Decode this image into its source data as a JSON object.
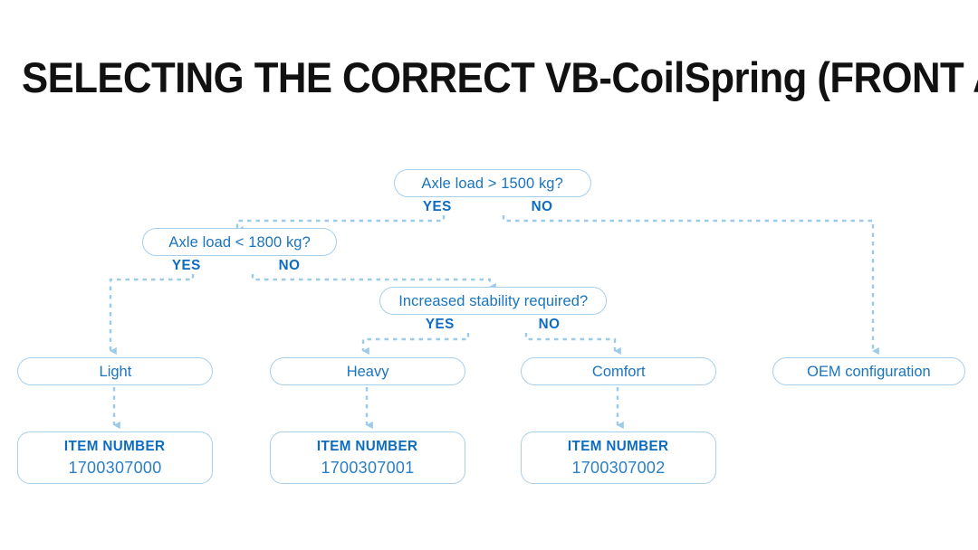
{
  "page": {
    "title": "SELECTING THE CORRECT VB-CoilSpring (FRONT AXLE)",
    "background_color": "#ffffff",
    "accent_color": "#1a74bf",
    "label_color": "#0d6cc0",
    "border_color": "#a9cfe8",
    "connector_color": "#9ccbe8"
  },
  "flowchart": {
    "decisions": [
      {
        "id": "d1",
        "question": "Axle load > 1500 kg?",
        "yes_label": "YES",
        "no_label": "NO"
      },
      {
        "id": "d2",
        "question": "Axle load < 1800 kg?",
        "yes_label": "YES",
        "no_label": "NO"
      },
      {
        "id": "d3",
        "question": "Increased stability required?",
        "yes_label": "YES",
        "no_label": "NO"
      }
    ],
    "results": [
      {
        "id": "r1",
        "label": "Light"
      },
      {
        "id": "r2",
        "label": "Heavy"
      },
      {
        "id": "r3",
        "label": "Comfort"
      },
      {
        "id": "r4",
        "label": "OEM configuration"
      }
    ],
    "item_boxes": [
      {
        "id": "i1",
        "label": "ITEM NUMBER",
        "number": "1700307000"
      },
      {
        "id": "i2",
        "label": "ITEM NUMBER",
        "number": "1700307001"
      },
      {
        "id": "i3",
        "label": "ITEM NUMBER",
        "number": "1700307002"
      }
    ],
    "edges": [
      {
        "from": "d1",
        "branch": "YES",
        "to": "d2"
      },
      {
        "from": "d1",
        "branch": "NO",
        "to": "r4"
      },
      {
        "from": "d2",
        "branch": "YES",
        "to": "r1"
      },
      {
        "from": "d2",
        "branch": "NO",
        "to": "d3"
      },
      {
        "from": "d3",
        "branch": "YES",
        "to": "r2"
      },
      {
        "from": "d3",
        "branch": "NO",
        "to": "r3"
      },
      {
        "from": "r1",
        "branch": "",
        "to": "i1"
      },
      {
        "from": "r2",
        "branch": "",
        "to": "i2"
      },
      {
        "from": "r3",
        "branch": "",
        "to": "i3"
      }
    ]
  }
}
